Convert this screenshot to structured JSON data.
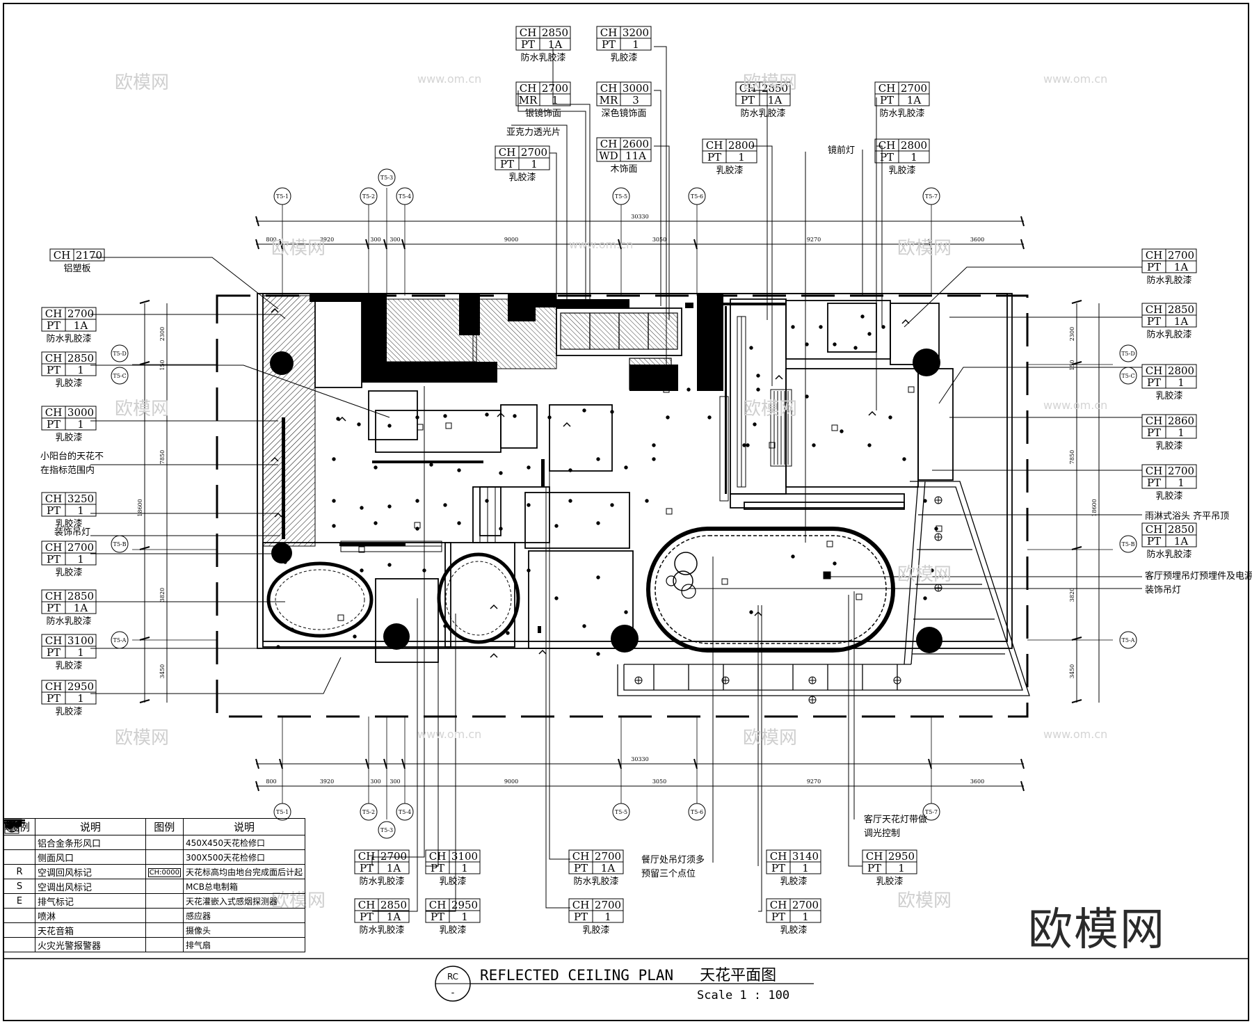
{
  "title": "REFLECTED CEILING PLAN",
  "title_cn": "天花平面图",
  "scale": "Scale 1 : 100",
  "view_tag": {
    "top": "RC",
    "bottom": "-"
  },
  "brand_mark": "欧模网",
  "watermark": {
    "cn": "欧模网",
    "url": "www.om.cn"
  },
  "ceiling_tags": {
    "t1": {
      "rows": [
        [
          "CH",
          "2850"
        ],
        [
          "PT",
          "1A"
        ]
      ],
      "caption": "防水乳胶漆"
    },
    "t2": {
      "rows": [
        [
          "CH",
          "3200"
        ],
        [
          "PT",
          "1"
        ]
      ],
      "caption": "乳胶漆"
    },
    "t3": {
      "rows": [
        [
          "CH",
          "2700"
        ],
        [
          "MR",
          "1"
        ]
      ],
      "caption": "银镜饰面"
    },
    "t4": {
      "rows": [
        [
          "CH",
          "3000"
        ],
        [
          "MR",
          "3"
        ]
      ],
      "caption": "深色镜饰面"
    },
    "t5": {
      "rows": [
        [
          "CH",
          "2600"
        ],
        [
          "WD",
          "11A"
        ]
      ],
      "caption": "木饰面"
    },
    "t6": {
      "rows": [
        [
          "CH",
          "2700"
        ],
        [
          "PT",
          "1"
        ]
      ],
      "caption": "乳胶漆"
    },
    "t7": {
      "rows": [
        [
          "CH",
          "2850"
        ],
        [
          "PT",
          "1A"
        ]
      ],
      "caption": "防水乳胶漆"
    },
    "t8": {
      "rows": [
        [
          "CH",
          "2800"
        ],
        [
          "PT",
          "1"
        ]
      ],
      "caption": "乳胶漆"
    },
    "t9": {
      "rows": [
        [
          "CH",
          "2700"
        ],
        [
          "PT",
          "1A"
        ]
      ],
      "caption": "防水乳胶漆"
    },
    "t10": {
      "rows": [
        [
          "CH",
          "2800"
        ],
        [
          "PT",
          "1"
        ]
      ],
      "caption": "乳胶漆"
    },
    "l1": {
      "rows": [
        [
          "CH",
          "2170"
        ]
      ],
      "caption": "铝塑板"
    },
    "l2": {
      "rows": [
        [
          "CH",
          "2700"
        ],
        [
          "PT",
          "1A"
        ]
      ],
      "caption": "防水乳胶漆"
    },
    "l3": {
      "rows": [
        [
          "CH",
          "2850"
        ],
        [
          "PT",
          "1"
        ]
      ],
      "caption": "乳胶漆"
    },
    "l4": {
      "rows": [
        [
          "CH",
          "3000"
        ],
        [
          "PT",
          "1"
        ]
      ],
      "caption": "乳胶漆"
    },
    "l5": {
      "rows": [
        [
          "CH",
          "3250"
        ],
        [
          "PT",
          "1"
        ]
      ],
      "caption": "乳胶漆"
    },
    "l6": {
      "rows": [
        [
          "CH",
          "2700"
        ],
        [
          "PT",
          "1"
        ]
      ],
      "caption": "乳胶漆"
    },
    "l7": {
      "rows": [
        [
          "CH",
          "2850"
        ],
        [
          "PT",
          "1A"
        ]
      ],
      "caption": "防水乳胶漆"
    },
    "l8": {
      "rows": [
        [
          "CH",
          "3100"
        ],
        [
          "PT",
          "1"
        ]
      ],
      "caption": "乳胶漆"
    },
    "l9": {
      "rows": [
        [
          "CH",
          "2950"
        ],
        [
          "PT",
          "1"
        ]
      ],
      "caption": "乳胶漆"
    },
    "r1": {
      "rows": [
        [
          "CH",
          "2700"
        ],
        [
          "PT",
          "1A"
        ]
      ],
      "caption": "防水乳胶漆"
    },
    "r2": {
      "rows": [
        [
          "CH",
          "2850"
        ],
        [
          "PT",
          "1A"
        ]
      ],
      "caption": "防水乳胶漆"
    },
    "r3": {
      "rows": [
        [
          "CH",
          "2800"
        ],
        [
          "PT",
          "1"
        ]
      ],
      "caption": "乳胶漆"
    },
    "r4": {
      "rows": [
        [
          "CH",
          "2860"
        ],
        [
          "PT",
          "1"
        ]
      ],
      "caption": "乳胶漆"
    },
    "r5": {
      "rows": [
        [
          "CH",
          "2700"
        ],
        [
          "PT",
          "1"
        ]
      ],
      "caption": "乳胶漆"
    },
    "r6": {
      "rows": [
        [
          "CH",
          "2850"
        ],
        [
          "PT",
          "1A"
        ]
      ],
      "caption": "防水乳胶漆"
    },
    "b1": {
      "rows": [
        [
          "CH",
          "2700"
        ],
        [
          "PT",
          "1A"
        ]
      ],
      "caption": "防水乳胶漆"
    },
    "b2": {
      "rows": [
        [
          "CH",
          "3100"
        ],
        [
          "PT",
          "1"
        ]
      ],
      "caption": "乳胶漆"
    },
    "b3": {
      "rows": [
        [
          "CH",
          "2850"
        ],
        [
          "PT",
          "1A"
        ]
      ],
      "caption": "防水乳胶漆"
    },
    "b4": {
      "rows": [
        [
          "CH",
          "2950"
        ],
        [
          "PT",
          "1"
        ]
      ],
      "caption": "乳胶漆"
    },
    "b5": {
      "rows": [
        [
          "CH",
          "2700"
        ],
        [
          "PT",
          "1A"
        ]
      ],
      "caption": "防水乳胶漆"
    },
    "b6": {
      "rows": [
        [
          "CH",
          "2700"
        ],
        [
          "PT",
          "1"
        ]
      ],
      "caption": "乳胶漆"
    },
    "b7": {
      "rows": [
        [
          "CH",
          "3140"
        ],
        [
          "PT",
          "1"
        ]
      ],
      "caption": "乳胶漆"
    },
    "b8": {
      "rows": [
        [
          "CH",
          "2700"
        ],
        [
          "PT",
          "1"
        ]
      ],
      "caption": "乳胶漆"
    },
    "b9": {
      "rows": [
        [
          "CH",
          "2950"
        ],
        [
          "PT",
          "1"
        ]
      ],
      "caption": "乳胶漆"
    }
  },
  "notes": {
    "acrylic": "亚克力透光片",
    "mirror_light": "镜前灯",
    "balcony": [
      "小阳台的天花不",
      "在指标范围内"
    ],
    "pendant_left": "装饰吊灯",
    "shower": "雨淋式浴头 齐平吊顶",
    "living_pendant": "客厅预埋吊灯预埋件及电源",
    "pendant_right": "装饰吊灯",
    "dining": [
      "餐厅处吊灯须多",
      "预留三个点位"
    ],
    "living_dim": [
      "客厅天花灯带做",
      "调光控制"
    ]
  },
  "grid_bubbles": {
    "top": [
      "T5-1",
      "T5-2",
      "T5-3",
      "T5-4",
      "T5-5",
      "T5-6",
      "T5-7"
    ],
    "left": [
      "T5-D",
      "T5-C",
      "T5-B",
      "T5-A"
    ],
    "right": [
      "T5-D",
      "T5-C",
      "T5-B",
      "T5-A"
    ]
  },
  "dimensions": {
    "top_total": "30330",
    "top_segments": [
      "800",
      "3920",
      "300",
      "300",
      "9000",
      "3050",
      "9270",
      "3600"
    ],
    "left_total": "18600",
    "left_segments": [
      "2300",
      "150",
      "7850",
      "3820",
      "3450"
    ],
    "right_total": "18600",
    "right_segments": [
      "2300",
      "150",
      "7850",
      "3820",
      "3450"
    ]
  },
  "legend": {
    "headers": [
      "图例",
      "说明",
      "图例",
      "说明"
    ],
    "rows": [
      {
        "d1": "铝合金条形风口",
        "s2": "450X450天花检修口"
      },
      {
        "d1": "侧面风口",
        "s2": "300X500天花检修口"
      },
      {
        "s1": "R",
        "d1": "空调回风标记",
        "s2box": "CH:0000",
        "d2": "天花标高均由地台完成面后计起"
      },
      {
        "s1": "S",
        "d1": "空调出风标记",
        "d2": "MCB总电制箱"
      },
      {
        "s1": "E",
        "d1": "排气标记",
        "d2": "天花灌嵌入式感烟探测器"
      },
      {
        "d1": "喷淋",
        "d2": "感应器"
      },
      {
        "d1": "天花音箱",
        "d2": "摄像头"
      },
      {
        "d1": "火灾光警报警器",
        "d2": "排气扇"
      }
    ]
  }
}
